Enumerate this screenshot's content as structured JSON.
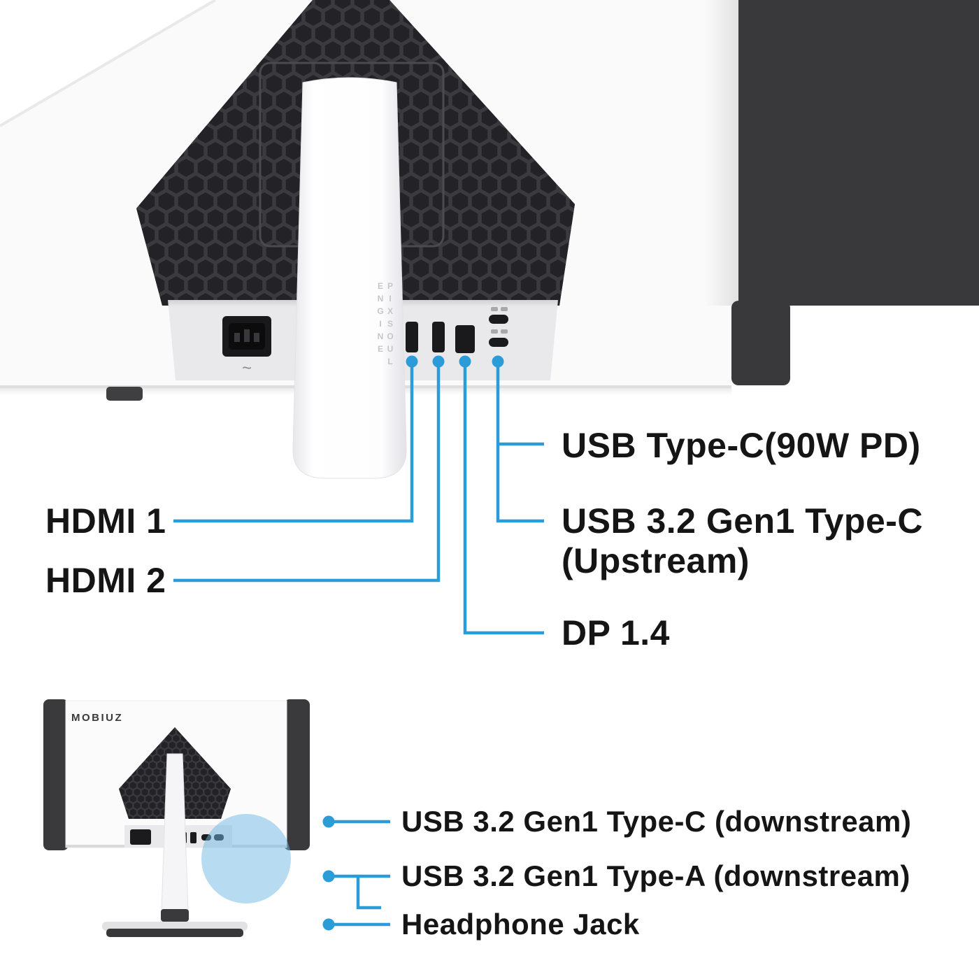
{
  "page": {
    "background": "#ffffff"
  },
  "colors": {
    "accent_blue": "#2B9CD8",
    "highlight_circle_blue": "#6FB7E3",
    "panel_charcoal": "#3B3B3F",
    "panel_hole": "#232327",
    "monitor_body": "#FAFAFB",
    "port_recess": "#E9E9EC",
    "label_color": "#151515"
  },
  "top_diagram": {
    "stand_engraving": "PIXSOUL ENGINE",
    "power_symbol": "~",
    "callouts": {
      "usb_c_pd": {
        "label": "USB Type-C(90W PD)"
      },
      "usb_c_upstream": {
        "label_line1": "USB 3.2 Gen1 Type-C",
        "label_line2": "(Upstream)"
      },
      "dp": {
        "label": "DP 1.4"
      },
      "hdmi1": {
        "label": "HDMI 1"
      },
      "hdmi2": {
        "label": "HDMI 2"
      }
    }
  },
  "bottom_diagram": {
    "brand_logo": "MOBIUZ",
    "callouts": {
      "usb_c_downstream": {
        "label": "USB 3.2 Gen1 Type-C (downstream)"
      },
      "usb_a_downstream": {
        "label": "USB 3.2 Gen1 Type-A (downstream)"
      },
      "headphone": {
        "label": "Headphone Jack"
      }
    }
  }
}
